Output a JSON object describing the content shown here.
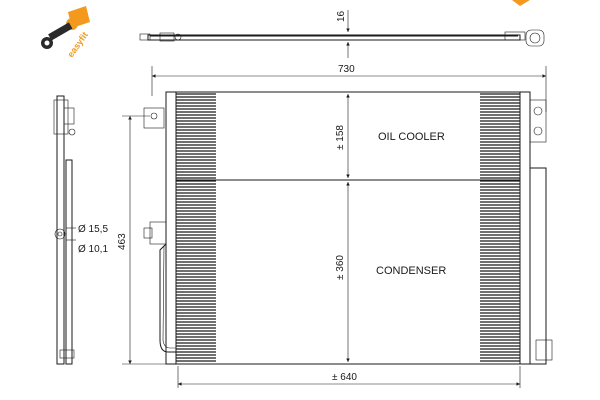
{
  "brand": {
    "logo_text": "easyfit",
    "logo_color": "#f39a1e",
    "logo_icon": "wrench-bolt-icon"
  },
  "dimensions": {
    "top_width": "730",
    "thickness": "16",
    "core_width": "± 640",
    "overall_height": "463",
    "oil_cooler_height": "± 158",
    "condenser_height": "± 360",
    "pipe_outer": "Ø 15,5",
    "pipe_inner": "Ø 10,1"
  },
  "zones": {
    "upper": "OIL COOLER",
    "lower": "CONDENSER"
  }
}
